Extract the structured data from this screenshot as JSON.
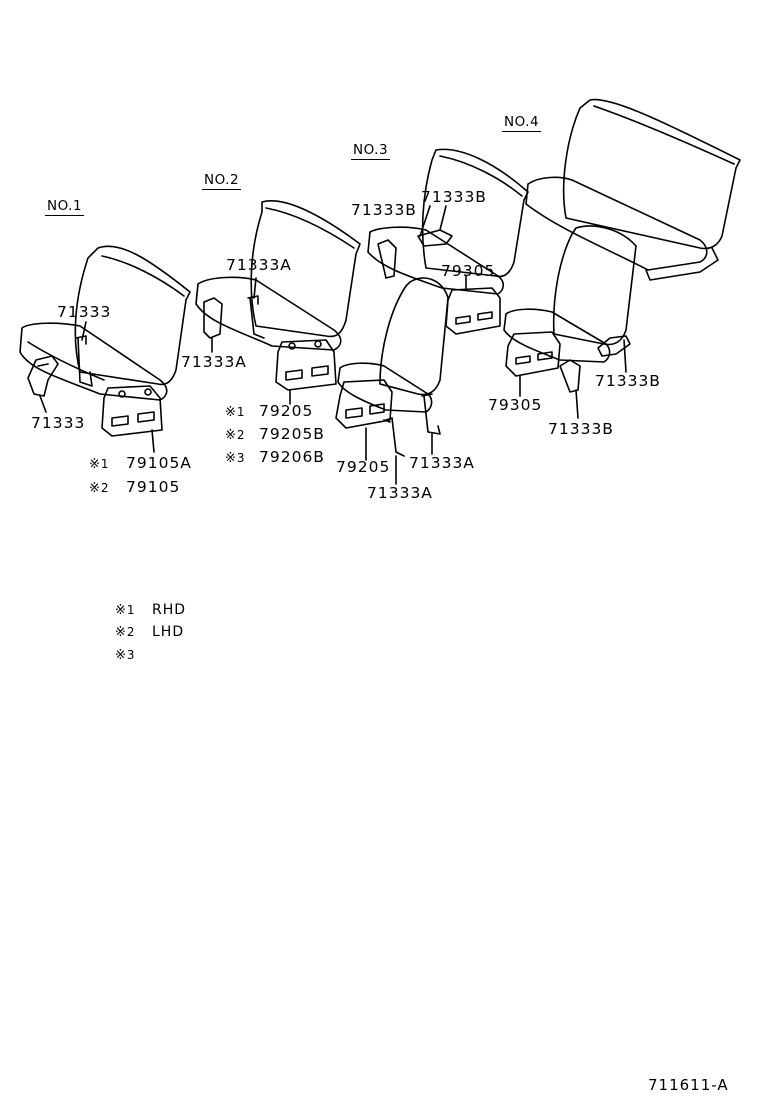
{
  "seats": {
    "no1": "NO.1",
    "no2": "NO.2",
    "no3": "NO.3",
    "no4": "NO.4"
  },
  "parts": {
    "p71333_top": "71333",
    "p71333_bottom": "71333",
    "p71333A_no2_top": "71333A",
    "p71333A_no2_side": "71333A",
    "p71333B_no3_left": "71333B",
    "p71333B_no3_right": "71333B",
    "p79305_no3": "79305",
    "p79205_no3": "79205",
    "p71333A_no3_right": "71333A",
    "p71333A_no3_bottom": "71333A",
    "p79305_no4": "79305",
    "p71333B_no4_right": "71333B",
    "p71333B_no4_bottom": "71333B"
  },
  "variants": {
    "no1": [
      {
        "mark": "※",
        "num": "1",
        "part": "79105A"
      },
      {
        "mark": "※",
        "num": "2",
        "part": "79105"
      }
    ],
    "no2": [
      {
        "mark": "※",
        "num": "1",
        "part": "79205"
      },
      {
        "mark": "※",
        "num": "2",
        "part": "79205B"
      },
      {
        "mark": "※",
        "num": "3",
        "part": "79206B"
      }
    ]
  },
  "legend": [
    {
      "mark": "※",
      "num": "1",
      "text": "RHD"
    },
    {
      "mark": "※",
      "num": "2",
      "text": "LHD"
    },
    {
      "mark": "※",
      "num": "3",
      "text": ""
    }
  ],
  "figure_code": "711611-A",
  "colors": {
    "line": "#000000",
    "background": "#ffffff"
  }
}
